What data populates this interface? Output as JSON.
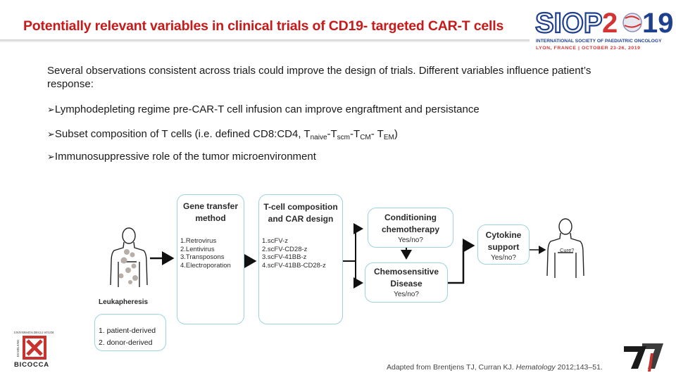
{
  "title": "Potentially relevant variables in clinical trials of CD19- targeted CAR-T cells",
  "logo": {
    "letters": "SIOP",
    "year_prefix": "2",
    "year_suffix": "19",
    "society": "INTERNATIONAL SOCIETY OF PAEDIATRIC ONCOLOGY",
    "location_dates": "LYON, FRANCE | OCTOBER 23-26, 2019"
  },
  "intro": "Several observations consistent across trials could improve the design of trials. Different variables influence patient’s response:",
  "bullets": {
    "marker": "➢",
    "b1": "Lymphodepleting regime pre-CAR-T cell infusion can improve engraftment and persistance",
    "b2": {
      "pre": "Subset composition of T cells (i.e. defined CD8:CD4, T",
      "naive": "naive",
      "scm": "scm",
      "cm": "CM",
      "em": "EM"
    },
    "b3": "Immunosuppressive role of the tumor microenvironment"
  },
  "diagram": {
    "leukapheresis": "Leukapheresis",
    "sources": [
      "1.   patient-derived",
      "2.   donor-derived"
    ],
    "gene_transfer": {
      "title_l1": "Gene transfer",
      "title_l2": "method",
      "items": [
        "1.Retrovirus",
        "2.Lentivirus",
        "3.Transposons",
        "4.Electroporation"
      ]
    },
    "tcell": {
      "title_l1": "T-cell composition",
      "title_l2": "and CAR design",
      "items": [
        "1.scFV-z",
        "2.scFV-CD28-z",
        "3.scFV-41BB-z",
        "4.scFV-41BB-CD28-z"
      ]
    },
    "conditioning": {
      "l1": "Conditioning",
      "l2": "chemotherapy",
      "yn": "Yes/no?"
    },
    "chemosensitive": {
      "l1": "Chemosensitive",
      "l2": "Disease",
      "yn": "Yes/no?"
    },
    "cytokine": {
      "l1": "Cytokine",
      "l2": "support",
      "yn": "Yes/no?"
    },
    "cure": "Cure?"
  },
  "citation": {
    "pre": "Adapted from Brentjens TJ, Curran KJ. ",
    "journal": "Hematology",
    "post": " 2012;143–51."
  },
  "bicocca": {
    "word": "BICOCCA",
    "seal_top": "UNIVERSITA DEGLI STUDI",
    "seal_side": "DI MILANO"
  },
  "colors": {
    "title_red": "#c81a1a",
    "box_border": "#9cd3dc",
    "logo_blue": "#1f3f8f",
    "logo_red": "#d33535"
  }
}
